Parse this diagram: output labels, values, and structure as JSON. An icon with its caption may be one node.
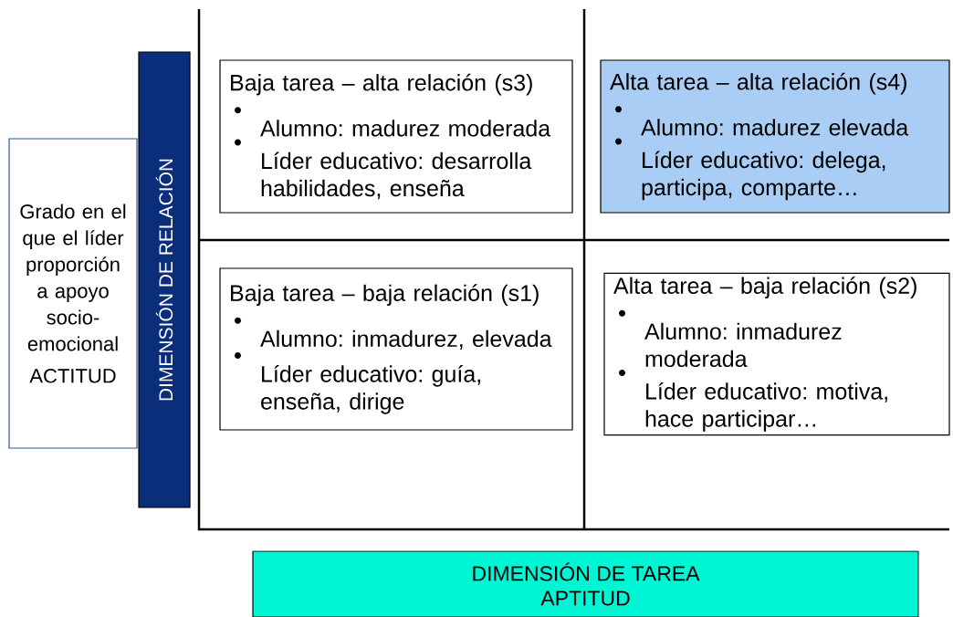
{
  "diagram": {
    "nodes": [
      {
        "text": [
          "Grado en el que el líder proporción a apoyo socio-emocional",
          "ACTITUD"
        ]
      },
      {
        "text": [
          "DIMENSIÓN DE RELACIÓN"
        ]
      },
      {
        "text": [
          "Baja tarea – alta relación (s3)",
          "Alumno: madurez moderada",
          "Líder educativo: desarrolla habilidades, enseña"
        ]
      },
      {
        "text": [
          "Alta tarea – alta relación (s4)",
          "Alumno: madurez elevada",
          "Líder educativo: delega, participa, comparte…"
        ]
      },
      {
        "text": [
          "Baja tarea – baja relación (s1)",
          "Alumno: inmadurez, elevada",
          "Líder educativo: guía, enseña, dirige"
        ]
      },
      {
        "text": [
          "Alta tarea – baja relación (s2)",
          "Alumno: inmadurez moderada",
          "Líder educativo: motiva, hace participar…"
        ]
      },
      {
        "text": [
          "DIMENSIÓN DE TAREA",
          "APTITUD"
        ]
      }
    ]
  }
}
